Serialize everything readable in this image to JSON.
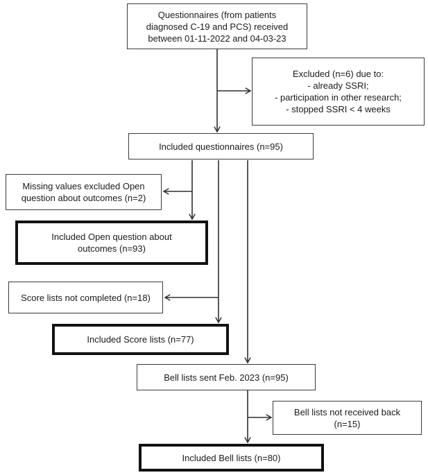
{
  "figure": {
    "type": "flow-diagram",
    "background": "#ffffff",
    "line_color": "#2e2e2e",
    "thin_border_color": "#3a3a3a",
    "bold_border_color": "#121212"
  },
  "boxes": {
    "received": {
      "emphasis": "thin",
      "lines": [
        "Questionnaires (from patients",
        "diagnosed C-19 and PCS) received",
        "between 01-11-2022 and 04-03-23"
      ]
    },
    "excluded": {
      "emphasis": "thin",
      "lines": [
        "Excluded (n=6) due to:",
        "- already SSRI;",
        "- participation in other research;",
        "- stopped SSRI < 4 weeks"
      ]
    },
    "included_questionnaires": {
      "emphasis": "thin",
      "lines": [
        "Included questionnaires (n=95)"
      ]
    },
    "missing_values": {
      "emphasis": "thin",
      "lines": [
        "Missing values excluded Open",
        "question about outcomes (n=2)"
      ]
    },
    "included_open": {
      "emphasis": "bold",
      "lines": [
        "Included Open question about",
        "outcomes (n=93)"
      ]
    },
    "score_not_completed": {
      "emphasis": "thin",
      "lines": [
        "Score lists not completed (n=18)"
      ]
    },
    "included_score": {
      "emphasis": "bold",
      "lines": [
        "Included Score lists (n=77)"
      ]
    },
    "bell_sent": {
      "emphasis": "thin",
      "lines": [
        "Bell lists sent Feb. 2023 (n=95)"
      ]
    },
    "bell_not_received": {
      "emphasis": "thin",
      "lines": [
        "Bell lists not received back",
        "(n=15)"
      ]
    },
    "included_bell": {
      "emphasis": "bold",
      "lines": [
        "Included Bell lists (n=80)"
      ]
    }
  }
}
